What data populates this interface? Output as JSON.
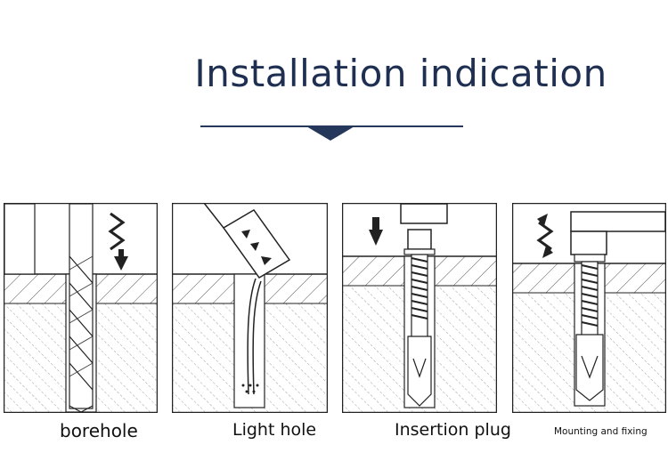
{
  "title": "Installation indication",
  "steps": [
    {
      "caption": "borehole"
    },
    {
      "caption": "Light hole"
    },
    {
      "caption": "Insertion plug"
    },
    {
      "caption": "Mounting and fixing"
    }
  ],
  "colors": {
    "title": "#1f2f52",
    "accent": "#26375c",
    "line": "#222222"
  }
}
